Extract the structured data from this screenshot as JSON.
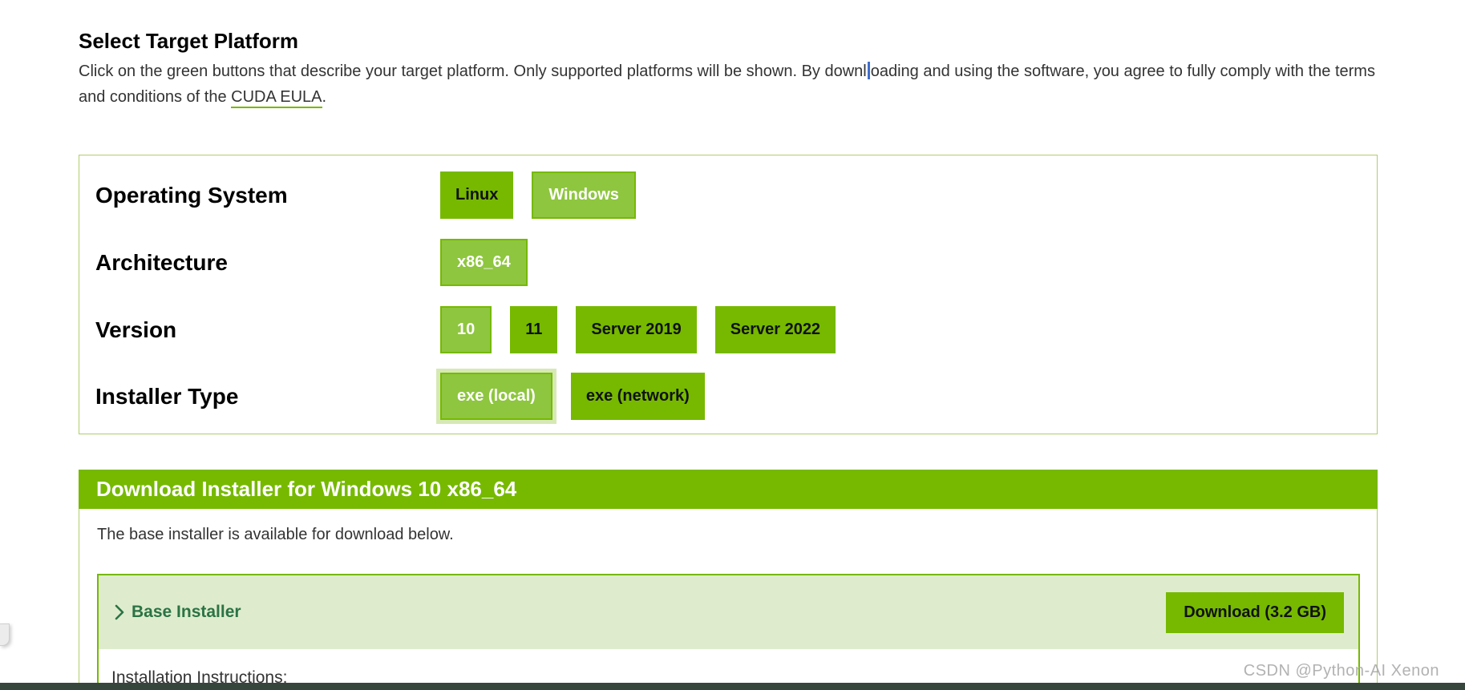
{
  "page": {
    "title": "Select Target Platform",
    "intro": {
      "line1_before_caret": "Click on the green buttons that describe your target platform. Only supported platforms will be shown. By downl",
      "line1_after_caret": "oading and using the software, you agree to fully comply with the terms",
      "line2_text": "and conditions of the ",
      "link_text": "CUDA EULA",
      "line2_end": "."
    }
  },
  "selector": {
    "rows": [
      {
        "label": "Operating System",
        "options": [
          {
            "label": "Linux",
            "selected": false
          },
          {
            "label": "Windows",
            "selected": true
          }
        ]
      },
      {
        "label": "Architecture",
        "options": [
          {
            "label": "x86_64",
            "selected": true
          }
        ]
      },
      {
        "label": "Version",
        "options": [
          {
            "label": "10",
            "selected": true
          },
          {
            "label": "11",
            "selected": false
          },
          {
            "label": "Server 2019",
            "selected": false
          },
          {
            "label": "Server 2022",
            "selected": false
          }
        ]
      },
      {
        "label": "Installer Type",
        "options": [
          {
            "label": "exe (local)",
            "selected": true,
            "focused": true
          },
          {
            "label": "exe (network)",
            "selected": false
          }
        ]
      }
    ]
  },
  "download": {
    "header": "Download Installer for Windows 10 x86_64",
    "subtext": "The base installer is available for download below.",
    "base_installer_label": "Base Installer",
    "download_button_label": "Download (3.2 GB)",
    "instructions_label": "Installation Instructions:"
  },
  "watermark": "CSDN @Python-AI Xenon",
  "colors": {
    "nvidia_green": "#76b900",
    "selected_button_green": "#8ec63f",
    "focus_halo_green": "#d6e9b5",
    "box_border_olive": "#b0cd6e",
    "panel_header_bg": "#deeccd",
    "panel_text_green": "#2b7344",
    "caret_blue": "#3f6ed0",
    "watermark_gray": "#a4a4a4"
  }
}
